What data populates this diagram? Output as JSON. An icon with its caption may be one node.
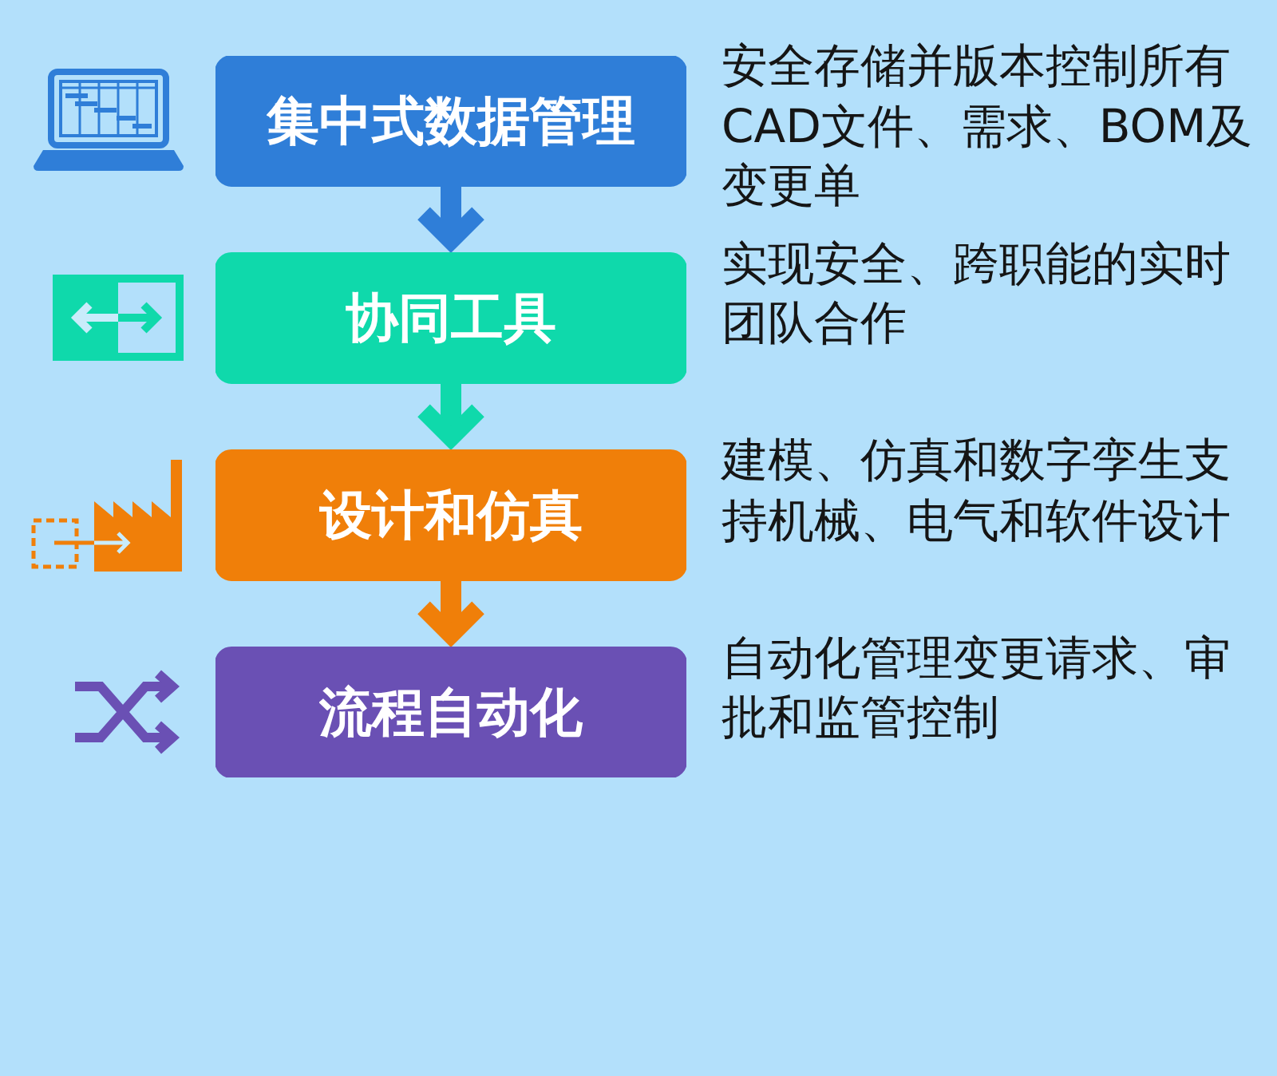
{
  "diagram": {
    "nodes": [
      {
        "text": [
          "集中式数据管理"
        ],
        "beside": [
          "安全存储并版本控制所有CAD文件、需求、BOM及变更单"
        ]
      },
      {
        "text": [
          "协同工具"
        ],
        "beside": [
          "实现安全、跨职能的实时团队合作"
        ]
      },
      {
        "text": [
          "设计和仿真"
        ],
        "beside": [
          "建模、仿真和数字孪生支持机械、电气和软件设计"
        ]
      },
      {
        "text": [
          "流程自动化"
        ],
        "beside": [
          "自动化管理变更请求、审批和监管控制"
        ]
      }
    ],
    "edges": [
      {
        "from": 0,
        "to": 1,
        "arrow": "to",
        "color": "#2f7ed8"
      },
      {
        "from": 1,
        "to": 2,
        "arrow": "to",
        "color": "#0fd9ab"
      },
      {
        "from": 2,
        "to": 3,
        "arrow": "to",
        "color": "#f07f09"
      }
    ]
  }
}
